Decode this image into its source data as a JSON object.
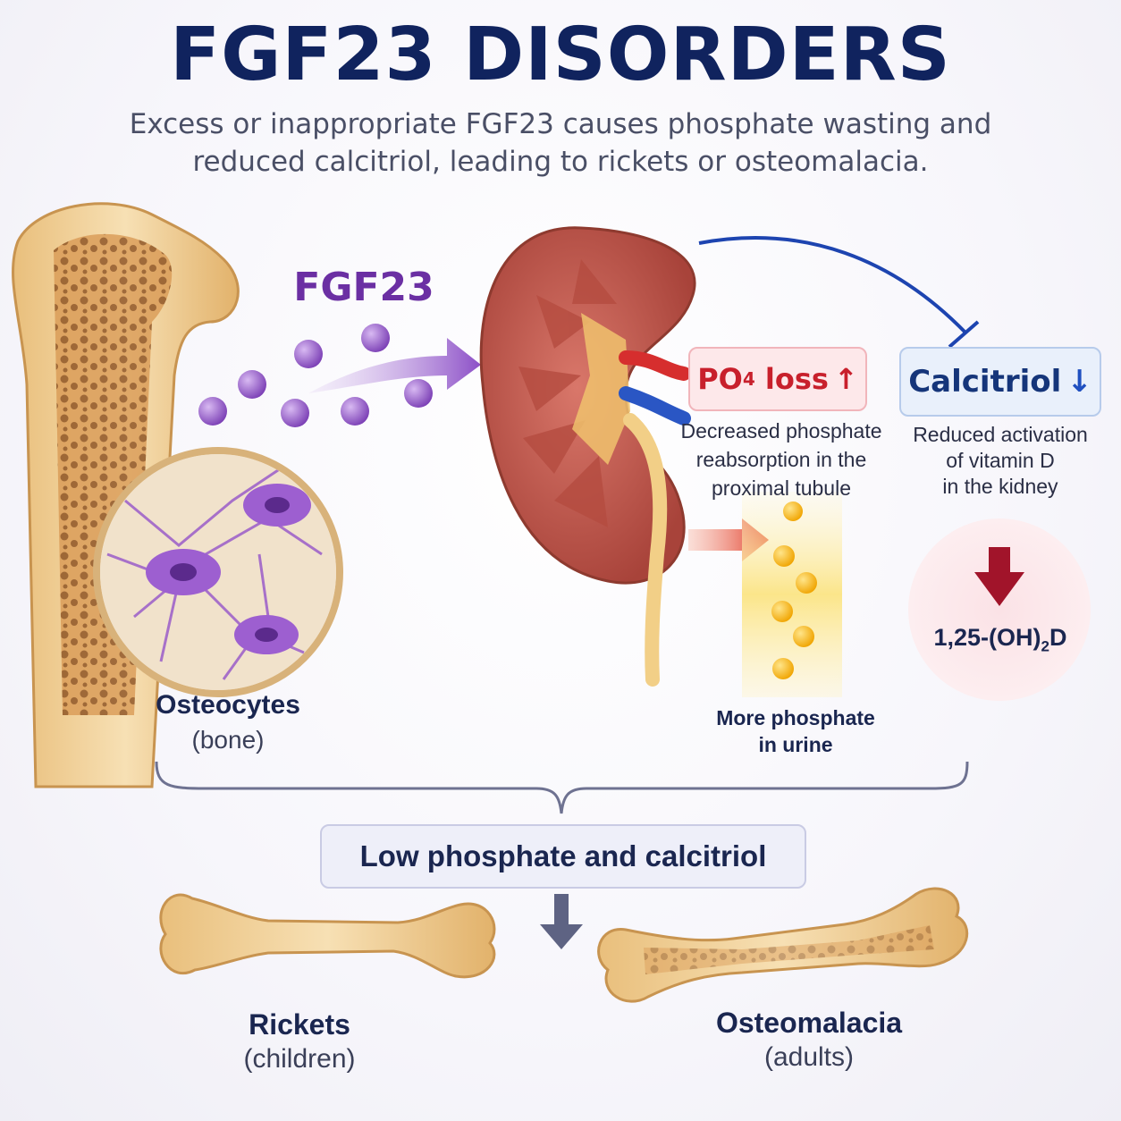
{
  "title": "FGF23 DISORDERS",
  "subtitle": "Excess or inappropriate FGF23 causes phosphate wasting and reduced calcitriol, leading to rickets or osteomalacia.",
  "fgf23_label": "FGF23",
  "osteocytes": {
    "name": "Osteocytes",
    "location": "(bone)"
  },
  "po4_box": {
    "text": "PO",
    "sub": "4",
    "suffix": " loss",
    "arrow": "↑"
  },
  "po4_desc": [
    "Decreased phosphate",
    "reabsorption in the",
    "proximal tubule"
  ],
  "urine": [
    "More phosphate",
    "in urine"
  ],
  "calcitriol_box": {
    "text": "Calcitriol",
    "arrow": "↓"
  },
  "calcitriol_desc": [
    "Reduced activation",
    "of vitamin D",
    "in the kidney"
  ],
  "vitd": {
    "pre": "1,25-(OH)",
    "sub": "2",
    "post": "D"
  },
  "summary": "Low phosphate and calcitriol",
  "rickets": {
    "name": "Rickets",
    "group": "(children)"
  },
  "osteomalacia": {
    "name": "Osteomalacia",
    "group": "(adults)"
  },
  "colors": {
    "title": "#10235e",
    "fgf23": "#6b2fa3",
    "po4_red": "#c8202c",
    "calcitriol_blue": "#15357a",
    "bone": "#f0d3a0",
    "kidney": "#c25a4a"
  }
}
